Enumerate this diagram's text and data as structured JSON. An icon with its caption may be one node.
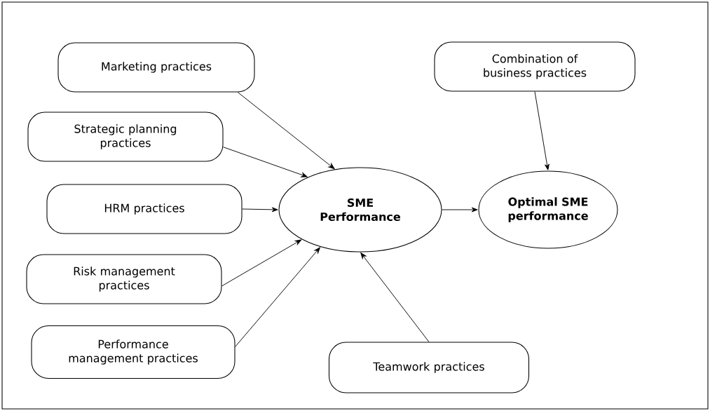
{
  "diagram": {
    "nodes": [
      {
        "text": [
          "Marketing practices"
        ]
      },
      {
        "text": [
          "Strategic planning practices"
        ]
      },
      {
        "text": [
          "HRM practices"
        ]
      },
      {
        "text": [
          "Risk management practices"
        ]
      },
      {
        "text": [
          "Performance management practices"
        ]
      },
      {
        "text": [
          "Teamwork practices"
        ]
      },
      {
        "text": [
          "SME Performance"
        ]
      },
      {
        "text": [
          "Combination of business practices"
        ]
      },
      {
        "text": [
          "Optimal SME performance"
        ]
      }
    ],
    "edges": [
      {
        "from": 0,
        "to": 6,
        "arrow": "to"
      },
      {
        "from": 1,
        "to": 6,
        "arrow": "to"
      },
      {
        "from": 2,
        "to": 6,
        "arrow": "to"
      },
      {
        "from": 3,
        "to": 6,
        "arrow": "to"
      },
      {
        "from": 4,
        "to": 6,
        "arrow": "to"
      },
      {
        "from": 5,
        "to": 6,
        "arrow": "to"
      },
      {
        "from": 6,
        "to": 8,
        "arrow": "to"
      },
      {
        "from": 7,
        "to": 8,
        "arrow": "to"
      }
    ]
  }
}
